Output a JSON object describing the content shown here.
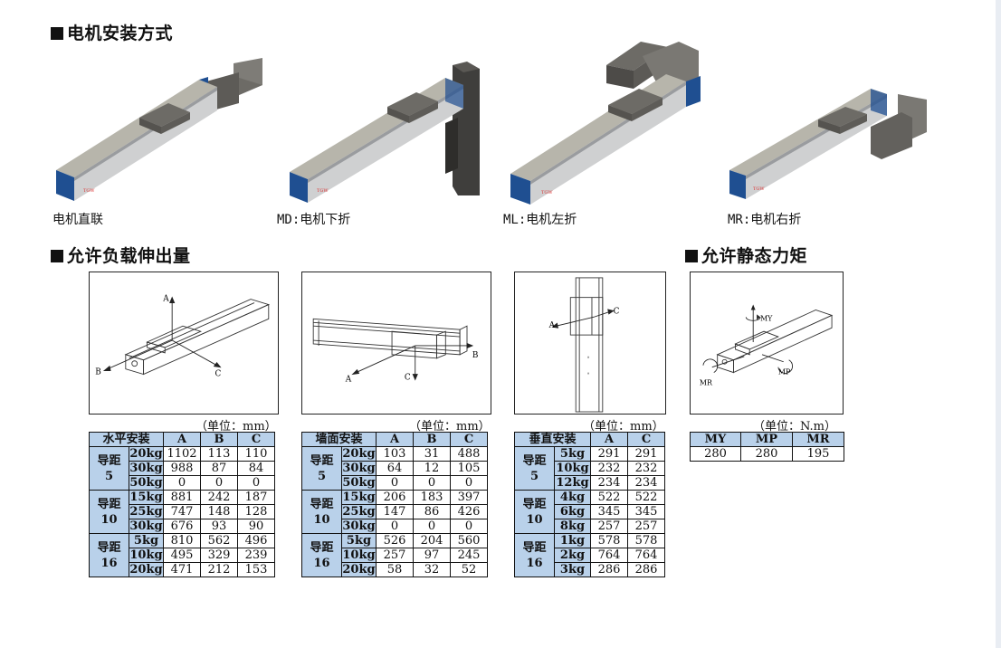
{
  "headings": {
    "mount": "电机安装方式",
    "overhang": "允许负载伸出量",
    "moment": "允许静态力矩"
  },
  "mounts": [
    {
      "label": "电机直联",
      "icon": "linear-actuator-direct-motor-icon"
    },
    {
      "label": "MD:电机下折",
      "icon": "linear-actuator-motor-fold-down-icon"
    },
    {
      "label": "ML:电机左折",
      "icon": "linear-actuator-motor-fold-left-icon"
    },
    {
      "label": "MR:电机右折",
      "icon": "linear-actuator-motor-fold-right-icon"
    }
  ],
  "diagrams": {
    "horizontal": {
      "a": "A",
      "b": "B",
      "c": "C"
    },
    "wall": {
      "a": "A",
      "b": "B",
      "c": "C"
    },
    "vertical": {
      "a": "A",
      "c": "C"
    },
    "moment": {
      "my": "MY",
      "mp": "MP",
      "mr": "MR"
    }
  },
  "unit_mm": "（单位：mm）",
  "unit_nm": "（单位：N.m）",
  "tables": {
    "horizontal": {
      "title": "水平安装",
      "cols": [
        "A",
        "B",
        "C"
      ],
      "groups": [
        {
          "lead": "导距",
          "pitch": "5",
          "rows": [
            {
              "load": "20kg",
              "v": [
                "1102",
                "113",
                "110"
              ]
            },
            {
              "load": "30kg",
              "v": [
                "988",
                "87",
                "84"
              ]
            },
            {
              "load": "50kg",
              "v": [
                "0",
                "0",
                "0"
              ]
            }
          ]
        },
        {
          "lead": "导距",
          "pitch": "10",
          "rows": [
            {
              "load": "15kg",
              "v": [
                "881",
                "242",
                "187"
              ]
            },
            {
              "load": "25kg",
              "v": [
                "747",
                "148",
                "128"
              ]
            },
            {
              "load": "30kg",
              "v": [
                "676",
                "93",
                "90"
              ]
            }
          ]
        },
        {
          "lead": "导距",
          "pitch": "16",
          "rows": [
            {
              "load": "5kg",
              "v": [
                "810",
                "562",
                "496"
              ]
            },
            {
              "load": "10kg",
              "v": [
                "495",
                "329",
                "239"
              ]
            },
            {
              "load": "20kg",
              "v": [
                "471",
                "212",
                "153"
              ]
            }
          ]
        }
      ]
    },
    "wall": {
      "title": "墙面安装",
      "cols": [
        "A",
        "B",
        "C"
      ],
      "groups": [
        {
          "lead": "导距",
          "pitch": "5",
          "rows": [
            {
              "load": "20kg",
              "v": [
                "103",
                "31",
                "488"
              ]
            },
            {
              "load": "30kg",
              "v": [
                "64",
                "12",
                "105"
              ]
            },
            {
              "load": "50kg",
              "v": [
                "0",
                "0",
                "0"
              ]
            }
          ]
        },
        {
          "lead": "导距",
          "pitch": "10",
          "rows": [
            {
              "load": "15kg",
              "v": [
                "206",
                "183",
                "397"
              ]
            },
            {
              "load": "25kg",
              "v": [
                "147",
                "86",
                "426"
              ]
            },
            {
              "load": "30kg",
              "v": [
                "0",
                "0",
                "0"
              ]
            }
          ]
        },
        {
          "lead": "导距",
          "pitch": "16",
          "rows": [
            {
              "load": "5kg",
              "v": [
                "526",
                "204",
                "560"
              ]
            },
            {
              "load": "10kg",
              "v": [
                "257",
                "97",
                "245"
              ]
            },
            {
              "load": "20kg",
              "v": [
                "58",
                "32",
                "52"
              ]
            }
          ]
        }
      ]
    },
    "vertical": {
      "title": "垂直安装",
      "cols": [
        "A",
        "C"
      ],
      "groups": [
        {
          "lead": "导距",
          "pitch": "5",
          "rows": [
            {
              "load": "5kg",
              "v": [
                "291",
                "291"
              ]
            },
            {
              "load": "10kg",
              "v": [
                "232",
                "232"
              ]
            },
            {
              "load": "12kg",
              "v": [
                "234",
                "234"
              ]
            }
          ]
        },
        {
          "lead": "导距",
          "pitch": "10",
          "rows": [
            {
              "load": "4kg",
              "v": [
                "522",
                "522"
              ]
            },
            {
              "load": "6kg",
              "v": [
                "345",
                "345"
              ]
            },
            {
              "load": "8kg",
              "v": [
                "257",
                "257"
              ]
            }
          ]
        },
        {
          "lead": "导距",
          "pitch": "16",
          "rows": [
            {
              "load": "1kg",
              "v": [
                "578",
                "578"
              ]
            },
            {
              "load": "2kg",
              "v": [
                "764",
                "764"
              ]
            },
            {
              "load": "3kg",
              "v": [
                "286",
                "286"
              ]
            }
          ]
        }
      ]
    },
    "moment": {
      "cols": [
        "MY",
        "MP",
        "MR"
      ],
      "values": [
        "280",
        "280",
        "195"
      ]
    }
  }
}
